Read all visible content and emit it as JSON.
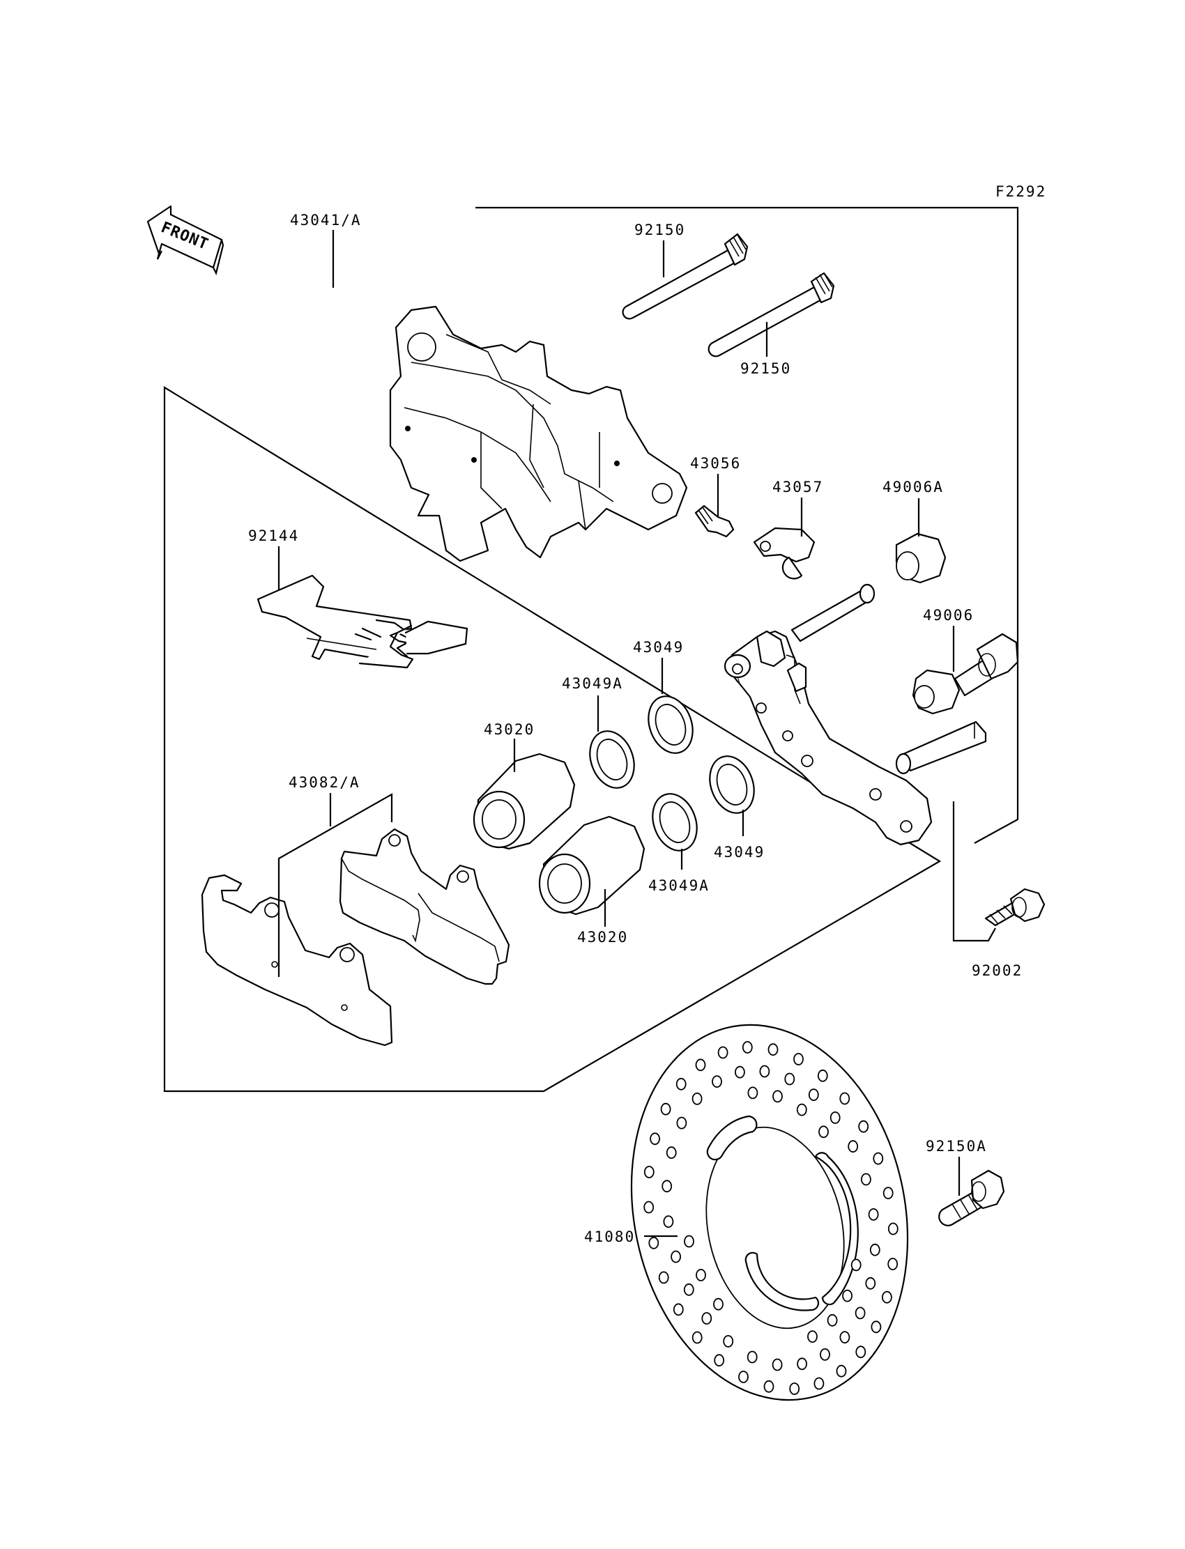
{
  "figure_code": "F2292",
  "front_label": "FRONT",
  "labels": {
    "p43041A": "43041/A",
    "p92150_top": "92150",
    "p92150_mid": "92150",
    "p43056": "43056",
    "p43057": "43057",
    "p49006A": "49006A",
    "p92144": "92144",
    "p49006": "49006",
    "p43049_top": "43049",
    "p43049A_top": "43049A",
    "p43020_top": "43020",
    "p43082A": "43082/A",
    "p43049_bot": "43049",
    "p43049A_bot": "43049A",
    "p43020_bot": "43020",
    "p92002": "92002",
    "p92150A": "92150A",
    "p41080": "41080"
  }
}
